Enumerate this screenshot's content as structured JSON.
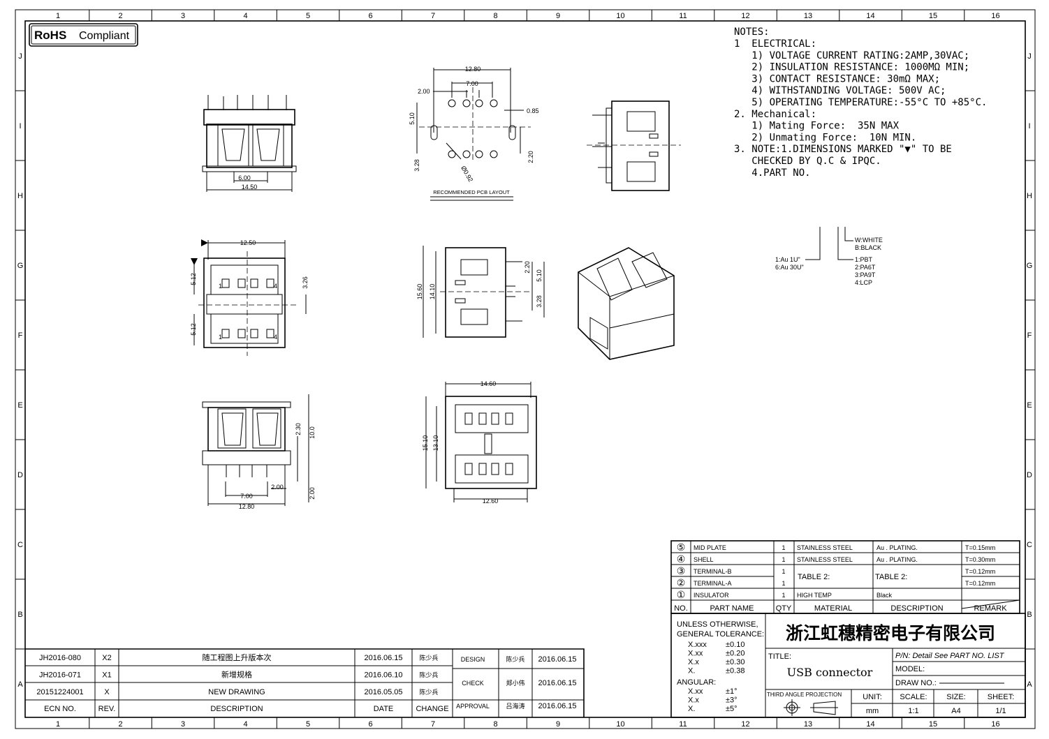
{
  "frame": {
    "columns": [
      "1",
      "2",
      "3",
      "4",
      "5",
      "6",
      "7",
      "8",
      "9",
      "10",
      "11",
      "12",
      "13",
      "14",
      "15",
      "16"
    ],
    "rows": [
      "J",
      "I",
      "H",
      "G",
      "F",
      "E",
      "D",
      "C",
      "B",
      "A"
    ]
  },
  "rohs": "RoHS",
  "rohs_compliant": "Compliant",
  "notes": {
    "title": "NOTES:",
    "lines": [
      "1  ELECTRICAL:",
      "   1) VOLTAGE CURRENT RATING:2AMP,30VAC;",
      "   2) INSULATION RESISTANCE: 1000MΩ MIN;",
      "   3) CONTACT RESISTANCE: 30mΩ MAX;",
      "   4) WITHSTANDING VOLTAGE: 500V AC;",
      "   5) OPERATING TEMPERATURE:-55°C TO +85°C.",
      "2. Mechanical:",
      "   1) Mating Force:  35N MAX",
      "   2) Unmating Force:  10N MIN.",
      "3. NOTE:1.DIMENSIONS MARKED \"▼\" TO BE",
      "   CHECKED BY Q.C & IPQC.",
      "   4.PART NO."
    ],
    "part_no_legend": {
      "plating": [
        "1:Au 1U\"",
        "6:Au 30U\""
      ],
      "material": [
        "1:PBT",
        "2:PA6T",
        "3:PA9T",
        "4:LCP"
      ],
      "color": [
        "W:WHITE",
        "B:BLACK"
      ]
    }
  },
  "dims": {
    "top_view": [
      "6.00",
      "14.50"
    ],
    "pcb": [
      "12.80",
      "7.00",
      "2.00",
      "5.10",
      "0.85",
      "3.28",
      "2.20",
      "Ø0.92"
    ],
    "pcb_label": "RECOMMENDED PCB LAYOUT",
    "front": [
      "12.50",
      "5.12",
      "3.26",
      "5.12"
    ],
    "side": [
      "15.60",
      "14.10",
      "2.20",
      "5.10",
      "3.28"
    ],
    "rear": [
      "2.30",
      "10.0",
      "2.00",
      "7.00",
      "12.80",
      "2.00"
    ],
    "bottom": [
      "14.60",
      "15.10",
      "13.10",
      "12.60"
    ],
    "pin_labels": [
      "1",
      "4"
    ]
  },
  "bom": {
    "rows": [
      {
        "no": "⑤",
        "name": "MID PLATE",
        "qty": "1",
        "material": "STAINLESS STEEL",
        "desc": "Au . PLATING.",
        "remark": "T=0.15mm"
      },
      {
        "no": "④",
        "name": "SHELL",
        "qty": "1",
        "material": "STAINLESS STEEL",
        "desc": "Au . PLATING.",
        "remark": "T=0.30mm"
      },
      {
        "no": "③",
        "name": "TERMINAL-B",
        "qty": "1",
        "material": "",
        "desc": "",
        "remark": "T=0.12mm"
      },
      {
        "no": "②",
        "name": "TERMINAL-A",
        "qty": "1",
        "material": "",
        "desc": "",
        "remark": "T=0.12mm"
      },
      {
        "no": "①",
        "name": "INSULATOR",
        "qty": "1",
        "material": "HIGH TEMP",
        "desc": "Black",
        "remark": ""
      }
    ],
    "table2_material": "TABLE 2:",
    "table2_desc": "TABLE 2:",
    "headers": {
      "no": "NO.",
      "name": "PART NAME",
      "qty": "QTY",
      "material": "MATERIAL",
      "desc": "DESCRIPTION",
      "remark": "REMARK"
    }
  },
  "tolerance": {
    "title1": "UNLESS OTHERWISE,",
    "title2": "GENERAL TOLERANCE:",
    "linear": [
      [
        "X.xxx",
        "±0.10"
      ],
      [
        "X.xx",
        "±0.20"
      ],
      [
        "X.x",
        "±0.30"
      ],
      [
        "X.",
        "±0.38"
      ]
    ],
    "angular_label": "ANGULAR:",
    "angular": [
      [
        "X.xx",
        "±1°"
      ],
      [
        "X.x",
        "±3°"
      ],
      [
        "X.",
        "±5°"
      ]
    ]
  },
  "title_block": {
    "company": "浙江虹穗精密电子有限公司",
    "title_label": "TITLE:",
    "title": "USB connector",
    "pn": "P/N: Detail  See  PART  NO.  LIST",
    "model": "MODEL:",
    "draw_no": "DRAW  NO.:",
    "projection": "THIRD  ANGLE  PROJECTION",
    "unit_label": "UNIT:",
    "unit": "mm",
    "scale_label": "SCALE:",
    "scale": "1:1",
    "size_label": "SIZE:",
    "size": "A4",
    "sheet_label": "SHEET:",
    "sheet": "1/1"
  },
  "revisions": {
    "rows": [
      {
        "ecn": "JH2016-080",
        "rev": "X2",
        "desc": "随工程图上升版本次",
        "date": "2016.06.15",
        "change": "陈少兵"
      },
      {
        "ecn": "JH2016-071",
        "rev": "X1",
        "desc": "新增规格",
        "date": "2016.06.10",
        "change": "陈少兵"
      },
      {
        "ecn": "20151224001",
        "rev": "X",
        "desc": "NEW  DRAWING",
        "date": "2016.05.05",
        "change": "陈少兵"
      }
    ],
    "headers": {
      "ecn": "ECN  NO.",
      "rev": "REV.",
      "desc": "DESCRIPTION",
      "date": "DATE",
      "change": "CHANGE"
    },
    "approvals": [
      {
        "role": "DESIGN",
        "name": "陈少兵",
        "date": "2016.06.15"
      },
      {
        "role": "CHECK",
        "name": "郑小伟",
        "date": "2016.06.15"
      },
      {
        "role": "APPROVAL",
        "name": "吕海涛",
        "date": "2016.06.15"
      }
    ]
  }
}
